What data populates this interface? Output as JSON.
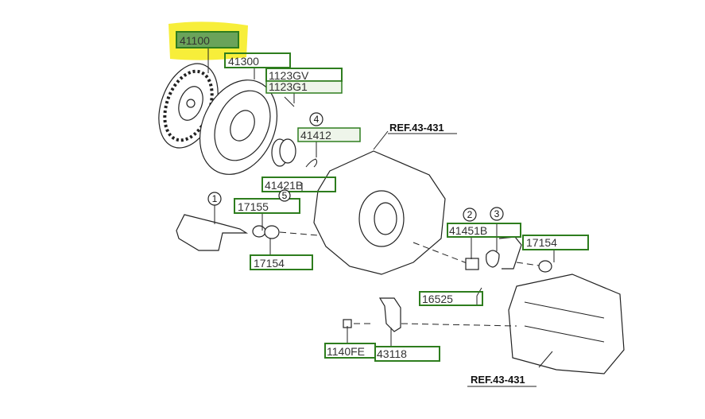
{
  "diagram": {
    "highlight_color": "#f7ee3a",
    "box_color": "#2e7d1e",
    "highlighted_part": "41100",
    "parts": [
      {
        "id": "41100",
        "highlighted": true
      },
      {
        "id": "41300"
      },
      {
        "id": "1123GV"
      },
      {
        "id": "1123G1"
      },
      {
        "id": "41412"
      },
      {
        "id": "41421B"
      },
      {
        "id": "17155"
      },
      {
        "id": "17154"
      },
      {
        "id": "41451B"
      },
      {
        "id": "17154"
      },
      {
        "id": "16525"
      },
      {
        "id": "1140FE"
      },
      {
        "id": "43118"
      }
    ],
    "callouts": [
      "1",
      "2",
      "3",
      "4",
      "5"
    ],
    "refs": [
      "REF.43-431",
      "REF.43-431"
    ]
  }
}
